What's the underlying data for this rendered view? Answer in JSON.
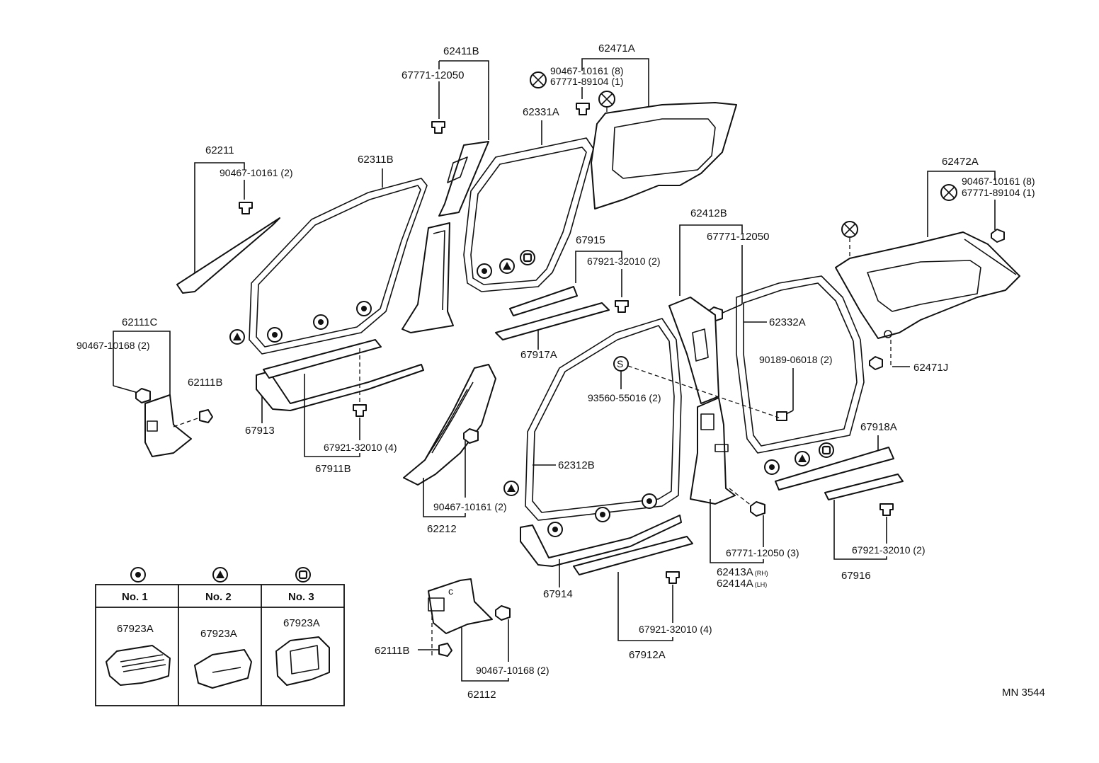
{
  "parts": {
    "p62411B": "62411B",
    "p67771_a": "67771-12050",
    "p62471A": "62471A",
    "p90467_8a": "90467-10161 (8)",
    "p67771_89a": "67771-89104 (1)",
    "p62331A": "62331A",
    "p62211": "62211",
    "p90467_2a": "90467-10161 (2)",
    "p62311B": "62311B",
    "p62472A": "62472A",
    "p90467_8b": "90467-10161 (8)",
    "p67771_89b": "67771-89104 (1)",
    "p62412B": "62412B",
    "p67771_b": "67771-12050",
    "p67915": "67915",
    "p67921_2a": "67921-32010 (2)",
    "p62111C": "62111C",
    "p90467_168a": "90467-10168 (2)",
    "p62332A": "62332A",
    "p67917A": "67917A",
    "p62111B_a": "62111B",
    "p90189": "90189-06018 (2)",
    "p62471J": "62471J",
    "p93560": "93560-55016 (2)",
    "p67913": "67913",
    "p67921_4a": "67921-32010 (4)",
    "p67911B": "67911B",
    "p67918A": "67918A",
    "p62312B": "62312B",
    "p90467_2b": "90467-10161 (2)",
    "p62212": "62212",
    "p67771_3": "67771-12050 (3)",
    "p62413A": "62413A",
    "p62413A_sfx": "(RH)",
    "p62414A": "62414A",
    "p62414A_sfx": "(LH)",
    "p67921_2b": "67921-32010 (2)",
    "p67916": "67916",
    "p67914": "67914",
    "p67921_4b": "67921-32010 (4)",
    "p67912A": "67912A",
    "p62111B_b": "62111B",
    "p90467_168b": "90467-10168 (2)",
    "p62112": "62112"
  },
  "legend": {
    "col1_header": "No. 1",
    "col2_header": "No. 2",
    "col3_header": "No. 3",
    "col1_part": "67923A",
    "col2_part": "67923A",
    "col3_part": "67923A"
  },
  "marker_icons": [
    "circle-dot-icon",
    "triangle-icon",
    "square-icon",
    "cross-circle-icon",
    "s-circle-icon"
  ],
  "reference": "MN 3544"
}
